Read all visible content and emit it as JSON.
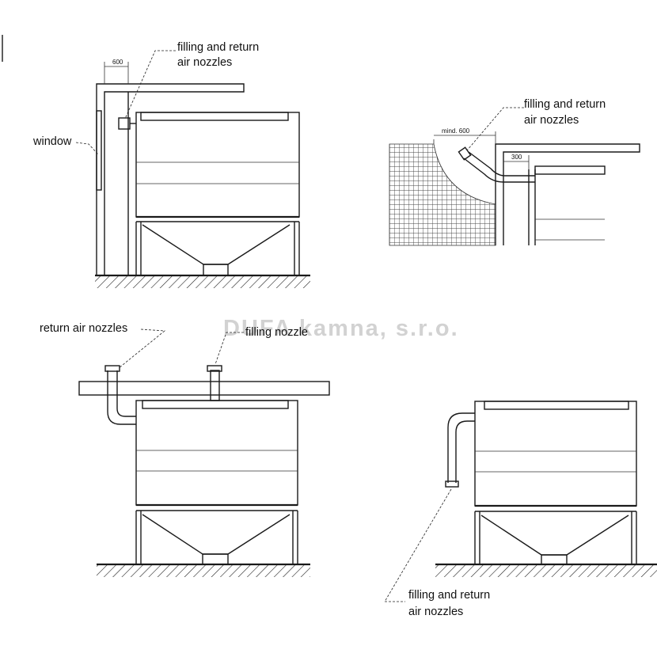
{
  "watermark": "DUFA kamna, s.r.o.",
  "figures": {
    "top_left": {
      "nozzle_label_line1": "filling and return",
      "nozzle_label_line2": "air nozzles",
      "window_label": "window",
      "dimension": "600"
    },
    "top_right": {
      "nozzle_label_line1": "filling and return",
      "nozzle_label_line2": "air nozzles",
      "dimension_min": "mind. 600",
      "dimension_300": "300"
    },
    "bottom_left": {
      "return_label": "return air nozzles",
      "filling_label": "filling nozzle"
    },
    "bottom_right": {
      "nozzle_label_line1": "filling and return",
      "nozzle_label_line2": "air nozzles"
    }
  }
}
